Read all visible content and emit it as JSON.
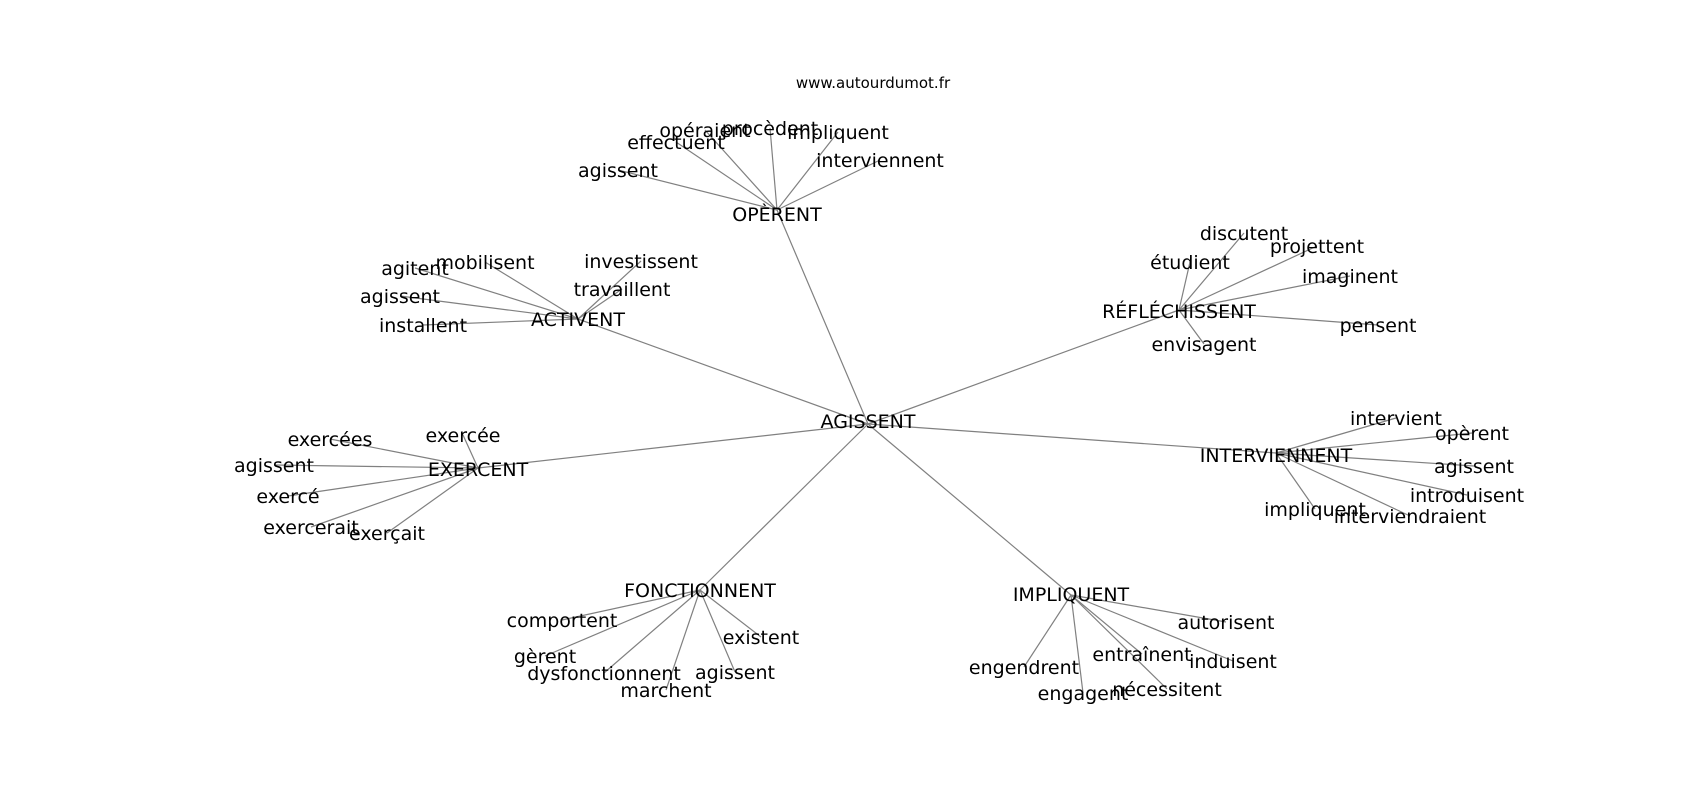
{
  "source": "www.autourdumot.fr",
  "center": {
    "id": "c",
    "label": "AGISSENT"
  },
  "hubs": [
    {
      "id": "h1",
      "label": "OPÈRENT",
      "words": [
        {
          "id": "w1",
          "label": "agissent"
        },
        {
          "id": "w2",
          "label": "effectuent"
        },
        {
          "id": "w3",
          "label": "opéraient"
        },
        {
          "id": "w4",
          "label": "procèdent"
        },
        {
          "id": "w5",
          "label": "impliquent"
        },
        {
          "id": "w6",
          "label": "interviennent"
        }
      ]
    },
    {
      "id": "h2",
      "label": "ACTIVENT",
      "words": [
        {
          "id": "w1",
          "label": "mobilisent"
        },
        {
          "id": "w2",
          "label": "agitent"
        },
        {
          "id": "w3",
          "label": "agissent"
        },
        {
          "id": "w4",
          "label": "installent"
        },
        {
          "id": "w5",
          "label": "investissent"
        },
        {
          "id": "w6",
          "label": "travaillent"
        }
      ]
    },
    {
      "id": "h3",
      "label": "RÉFLÉCHISSENT",
      "words": [
        {
          "id": "w1",
          "label": "discutent"
        },
        {
          "id": "w2",
          "label": "étudient"
        },
        {
          "id": "w3",
          "label": "projettent"
        },
        {
          "id": "w4",
          "label": "imaginent"
        },
        {
          "id": "w5",
          "label": "pensent"
        },
        {
          "id": "w6",
          "label": "envisagent"
        }
      ]
    },
    {
      "id": "h4",
      "label": "EXERCENT",
      "words": [
        {
          "id": "w1",
          "label": "exercées"
        },
        {
          "id": "w2",
          "label": "exercée"
        },
        {
          "id": "w3",
          "label": "agissent"
        },
        {
          "id": "w4",
          "label": "exercé"
        },
        {
          "id": "w5",
          "label": "exercerait"
        },
        {
          "id": "w6",
          "label": "exerçait"
        }
      ]
    },
    {
      "id": "h5",
      "label": "INTERVIENNENT",
      "words": [
        {
          "id": "w1",
          "label": "intervient"
        },
        {
          "id": "w2",
          "label": "opèrent"
        },
        {
          "id": "w3",
          "label": "agissent"
        },
        {
          "id": "w4",
          "label": "introduisent"
        },
        {
          "id": "w5",
          "label": "impliquent"
        },
        {
          "id": "w6",
          "label": "interviendraient"
        }
      ]
    },
    {
      "id": "h6",
      "label": "FONCTIONNENT",
      "words": [
        {
          "id": "w1",
          "label": "comportent"
        },
        {
          "id": "w2",
          "label": "gèrent"
        },
        {
          "id": "w3",
          "label": "dysfonctionnent"
        },
        {
          "id": "w4",
          "label": "marchent"
        },
        {
          "id": "w5",
          "label": "agissent"
        },
        {
          "id": "w6",
          "label": "existent"
        }
      ]
    },
    {
      "id": "h7",
      "label": "IMPLIQUENT",
      "words": [
        {
          "id": "w1",
          "label": "autorisent"
        },
        {
          "id": "w2",
          "label": "entraînent"
        },
        {
          "id": "w3",
          "label": "induisent"
        },
        {
          "id": "w4",
          "label": "nécessitent"
        },
        {
          "id": "w5",
          "label": "engagent"
        },
        {
          "id": "w6",
          "label": "engendrent"
        }
      ]
    }
  ]
}
